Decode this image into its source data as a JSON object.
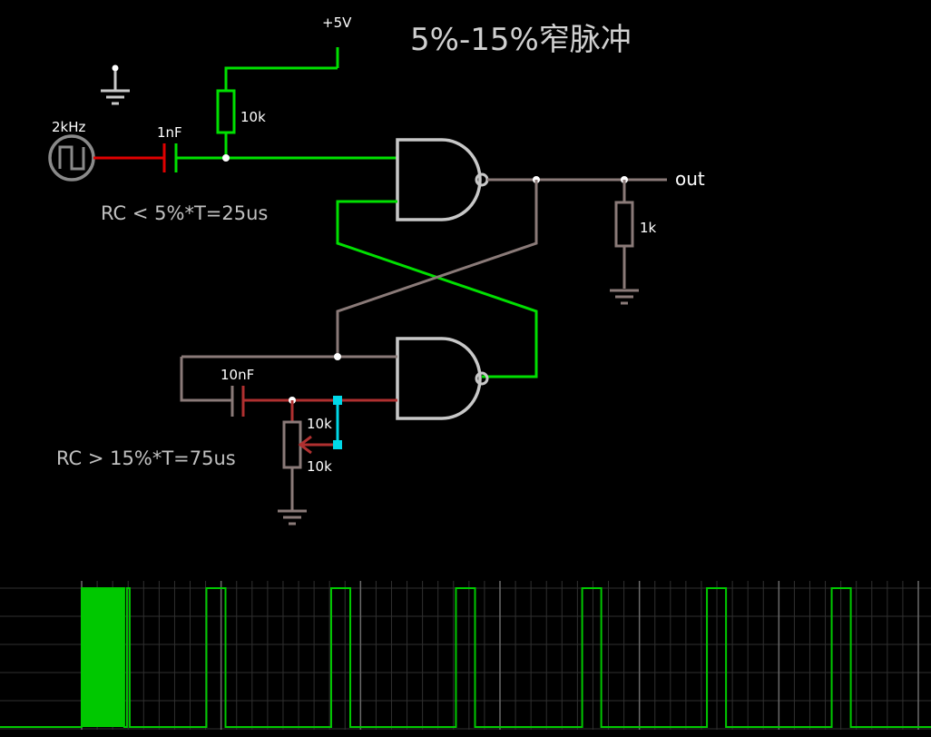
{
  "title": "5%-15%窄脉冲",
  "supply": {
    "label": "+5V"
  },
  "source": {
    "label": "2kHz"
  },
  "components": {
    "c_input": "1nF",
    "r_pullup": "10k",
    "r_load": "1k",
    "c_feedback": "10nF",
    "pot_top": "10k",
    "pot_bottom": "10k"
  },
  "output": {
    "label": "out"
  },
  "notes": {
    "rc_low": "RC < 5%*T=25us",
    "rc_high": "RC > 15%*T=75us"
  },
  "colors": {
    "wire_high": "#00e000",
    "wire_low": "#8a7a78",
    "wire_red": "#e00000",
    "wire_dark_red": "#b03030",
    "probe": "#00d8e8",
    "gate": "#c8c8c8",
    "grid": "#303030",
    "grid_bright": "#6a6a6a",
    "trace": "#00c800"
  },
  "scope": {
    "signal": "out",
    "burst_start": 0.0,
    "burst_end": 0.29,
    "pulse_starts": [
      0.85,
      1.7,
      2.55,
      3.41,
      4.26,
      5.11
    ],
    "pulse_width": 0.13,
    "time_span": 5.7
  }
}
